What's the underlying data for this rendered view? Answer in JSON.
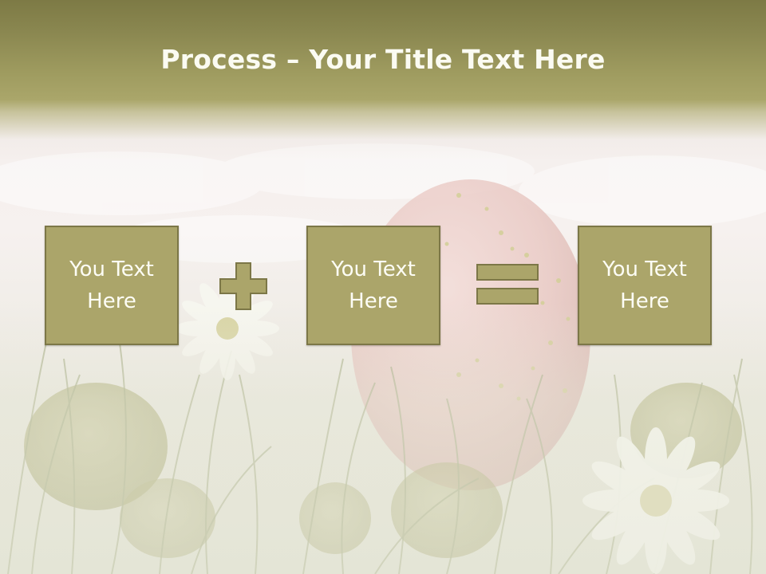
{
  "slide": {
    "title_bold": "Process",
    "title_rest": " – Your Title Text Here"
  },
  "process": {
    "boxes": [
      {
        "label": "You Text Here"
      },
      {
        "label": "You Text Here"
      },
      {
        "label": "You Text Here"
      }
    ],
    "operators": [
      "plus-icon",
      "equals-icon"
    ]
  },
  "colors": {
    "title_band": "#8a8750",
    "box_fill": "#aba56a",
    "box_border": "#7c7747",
    "text": "#fdfdf5"
  }
}
